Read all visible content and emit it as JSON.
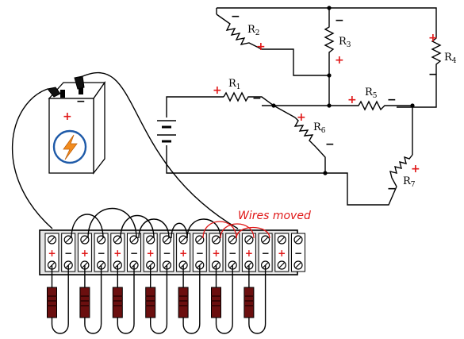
{
  "schematic": {
    "resistors": [
      {
        "id": "r1",
        "name": "R",
        "sub": "1",
        "plus": "+",
        "minus": "−"
      },
      {
        "id": "r2",
        "name": "R",
        "sub": "2",
        "plus": "+",
        "minus": "−"
      },
      {
        "id": "r3",
        "name": "R",
        "sub": "3",
        "plus": "+",
        "minus": "−"
      },
      {
        "id": "r4",
        "name": "R",
        "sub": "4",
        "plus": "+",
        "minus": "−"
      },
      {
        "id": "r5",
        "name": "R",
        "sub": "5",
        "plus": "+",
        "minus": "−"
      },
      {
        "id": "r6",
        "name": "R",
        "sub": "6",
        "plus": "+",
        "minus": "−"
      },
      {
        "id": "r7",
        "name": "R",
        "sub": "7",
        "plus": "+",
        "minus": "−"
      }
    ]
  },
  "battery": {
    "plus": "+",
    "minus": "−",
    "icon": "lightning-bolt-icon"
  },
  "terminal_strip": {
    "polarities": [
      "+",
      "−",
      "+",
      "−",
      "+",
      "−",
      "+",
      "−",
      "+",
      "−",
      "+",
      "−",
      "+",
      "−",
      "+",
      "−"
    ],
    "annotation": "Wires moved"
  },
  "colors": {
    "accent_red": "#e01818",
    "resistor_body": "#6b0f0f",
    "bolt_orange": "#f28c1e",
    "bolt_ring": "#1e5aa8"
  }
}
